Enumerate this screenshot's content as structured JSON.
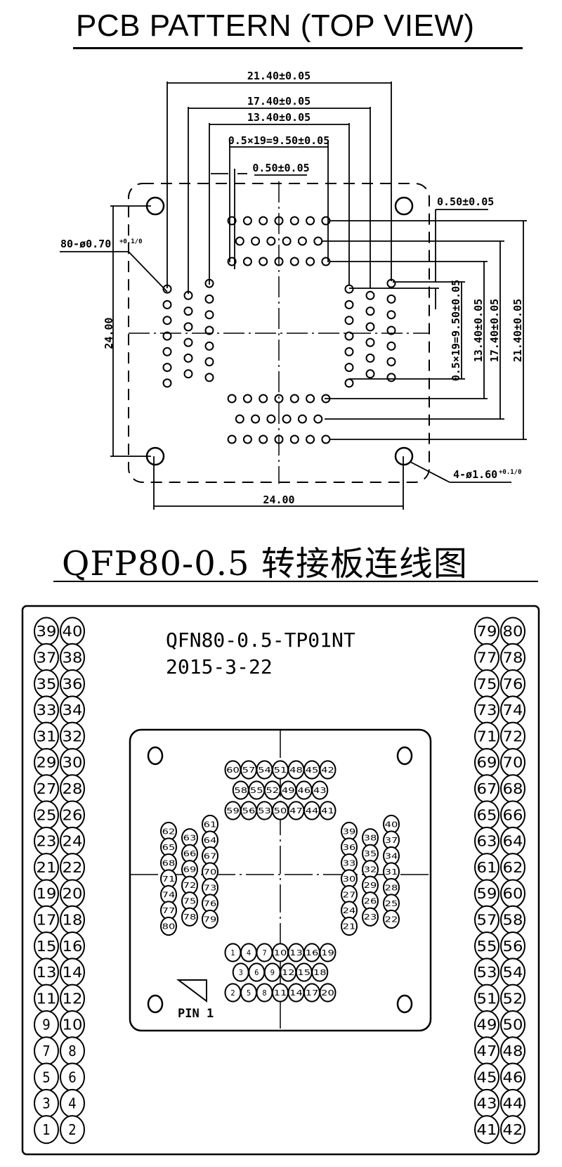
{
  "pcb_pattern": {
    "title": "PCB PATTERN  (TOP VIEW)",
    "dimensions": {
      "outer_pad_span": "21.40±0.05",
      "middle_pad_span": "17.40±0.05",
      "inner_pad_span": "13.40±0.05",
      "pitch_total": "0.5×19=9.50±0.05",
      "pitch": "0.50±0.05",
      "pitch_right": "0.50±0.05",
      "pad_count_diameter": "80-ø0.70",
      "pad_tolerance": "+0.1/0",
      "body_height": "24.00",
      "body_width": "24.00",
      "right_pitch_total": "0.5×19=9.50±0.05",
      "right_inner_span": "13.40±0.05",
      "right_middle_span": "17.40±0.05",
      "right_outer_span": "21.40±0.05",
      "mount_hole": "4-ø1.60",
      "mount_hole_tolerance": "+0.1/0"
    },
    "rows": {
      "top": [
        7,
        6,
        7
      ],
      "bottom": [
        7,
        6,
        7
      ],
      "left": [
        7,
        6,
        7
      ],
      "right": [
        7,
        6,
        7
      ]
    }
  },
  "adapter": {
    "title": "QFP80-0.5 转接板连线图",
    "board_name": "QFN80-0.5-TP01NT",
    "board_date": "2015-3-22",
    "pin1_label": "PIN 1",
    "left_header": [
      [
        39,
        40
      ],
      [
        37,
        38
      ],
      [
        35,
        36
      ],
      [
        33,
        34
      ],
      [
        31,
        32
      ],
      [
        29,
        30
      ],
      [
        27,
        28
      ],
      [
        25,
        26
      ],
      [
        23,
        24
      ],
      [
        21,
        22
      ],
      [
        19,
        20
      ],
      [
        17,
        18
      ],
      [
        15,
        16
      ],
      [
        13,
        14
      ],
      [
        11,
        12
      ],
      [
        9,
        10
      ],
      [
        7,
        8
      ],
      [
        5,
        6
      ],
      [
        3,
        4
      ],
      [
        1,
        2
      ]
    ],
    "right_header": [
      [
        79,
        80
      ],
      [
        77,
        78
      ],
      [
        75,
        76
      ],
      [
        73,
        74
      ],
      [
        71,
        72
      ],
      [
        69,
        70
      ],
      [
        67,
        68
      ],
      [
        65,
        66
      ],
      [
        63,
        64
      ],
      [
        61,
        62
      ],
      [
        59,
        60
      ],
      [
        57,
        58
      ],
      [
        55,
        56
      ],
      [
        53,
        54
      ],
      [
        51,
        52
      ],
      [
        49,
        50
      ],
      [
        47,
        48
      ],
      [
        45,
        46
      ],
      [
        43,
        44
      ],
      [
        41,
        42
      ]
    ],
    "socket_top_rows": [
      [
        60,
        57,
        54,
        51,
        48,
        45,
        42
      ],
      [
        58,
        55,
        52,
        49,
        46,
        43
      ],
      [
        59,
        56,
        53,
        50,
        47,
        44,
        41
      ]
    ],
    "socket_bottom_rows": [
      [
        1,
        4,
        7,
        10,
        13,
        16,
        19
      ],
      [
        3,
        6,
        9,
        12,
        15,
        18
      ],
      [
        2,
        5,
        8,
        11,
        14,
        17,
        20
      ]
    ],
    "socket_left_cols": [
      [
        62,
        65,
        68,
        71,
        74,
        77,
        80
      ],
      [
        63,
        66,
        69,
        72,
        75,
        78
      ],
      [
        61,
        64,
        67,
        70,
        73,
        76,
        79
      ]
    ],
    "socket_right_cols": [
      [
        39,
        36,
        33,
        30,
        27,
        24,
        21
      ],
      [
        38,
        35,
        32,
        29,
        26,
        23
      ],
      [
        40,
        37,
        34,
        31,
        28,
        25,
        22
      ]
    ]
  }
}
